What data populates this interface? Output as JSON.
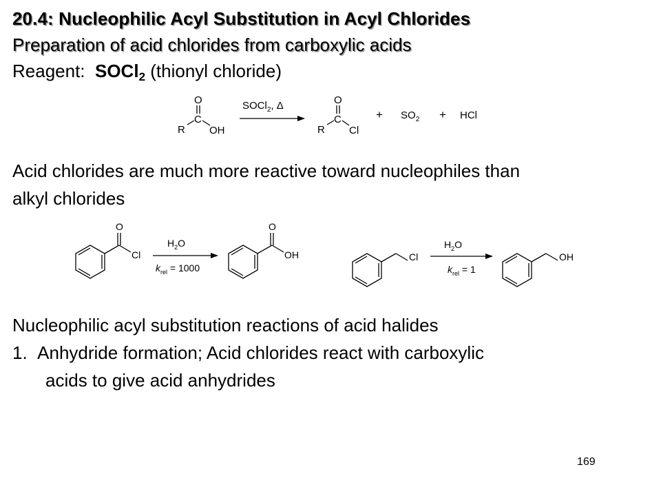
{
  "title": "20.4: Nucleophilic Acyl Substitution in Acyl Chlorides",
  "subtitle": "Preparation of acid chlorides from carboxylic acids",
  "reagent": {
    "label": "Reagent:",
    "formula_main": "SOCl",
    "formula_sub": "2",
    "name": "(thionyl chloride)"
  },
  "scheme1": {
    "reactant": {
      "top_o": "O",
      "carbon": "C",
      "r_group": "R",
      "oh": "OH"
    },
    "arrow_reagent_main": "SOCl",
    "arrow_reagent_sub": "2",
    "arrow_reagent_tail": ", Δ",
    "product": {
      "top_o": "O",
      "carbon": "C",
      "r_group": "R",
      "cl": "Cl"
    },
    "plus1": "+",
    "so2_main": "SO",
    "so2_sub": "2",
    "plus2": "+",
    "hcl": "HCl"
  },
  "paragraph1": "Acid chlorides are much more reactive toward nucleophiles than alkyl chlorides",
  "paragraph1_line1": "Acid chlorides are much more reactive toward nucleophiles than",
  "paragraph1_line2": "alkyl chlorides",
  "scheme2": {
    "left": {
      "reactant_o": "O",
      "reactant_cl": "Cl",
      "reagent_main": "H",
      "reagent_sub": "2",
      "reagent_tail": "O",
      "krel_k": "k",
      "krel_sub": "rel",
      "krel_value": " = 1000",
      "product_o": "O",
      "product_oh": "OH"
    },
    "right": {
      "reactant_cl": "Cl",
      "reagent_main": "H",
      "reagent_sub": "2",
      "reagent_tail": "O",
      "krel_k": "k",
      "krel_sub": "rel",
      "krel_value": " = 1",
      "product_oh": "OH"
    }
  },
  "paragraph2": "Nucleophilic acyl substitution reactions of acid halides",
  "list_item1_number": "1.",
  "list_item1_line1": "Anhydride formation;  Acid chlorides react with carboxylic",
  "list_item1_line2": "acids to give acid anhydrides",
  "page_number": "169"
}
